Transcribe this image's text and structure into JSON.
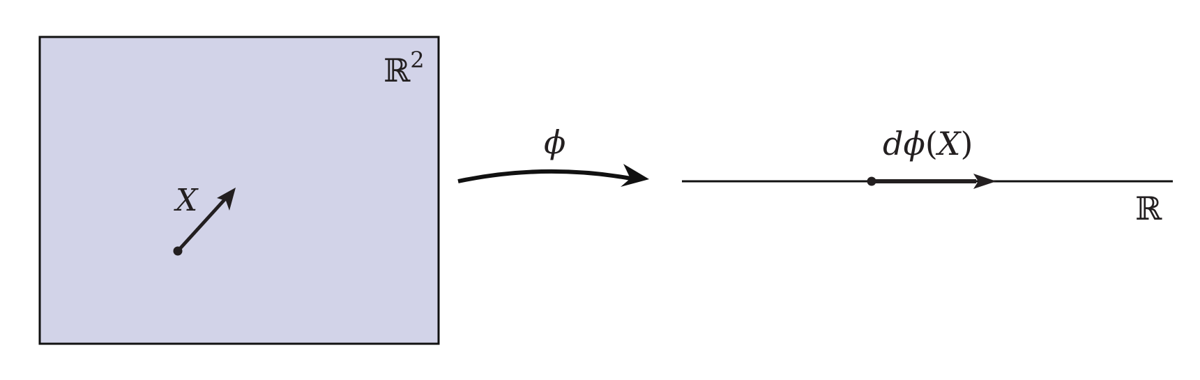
{
  "domain_left": {
    "label_base": "ℝ",
    "label_sup": "2",
    "fill_color": "#d2d3e8",
    "vector_label": "X"
  },
  "map": {
    "label": "ϕ"
  },
  "codomain": {
    "label": "ℝ",
    "pushforward_d": "d",
    "pushforward_phi": "ϕ",
    "pushforward_open": "(",
    "pushforward_arg": "X",
    "pushforward_close": ")"
  },
  "colors": {
    "stroke": "#111111",
    "vector": "#231f20"
  }
}
